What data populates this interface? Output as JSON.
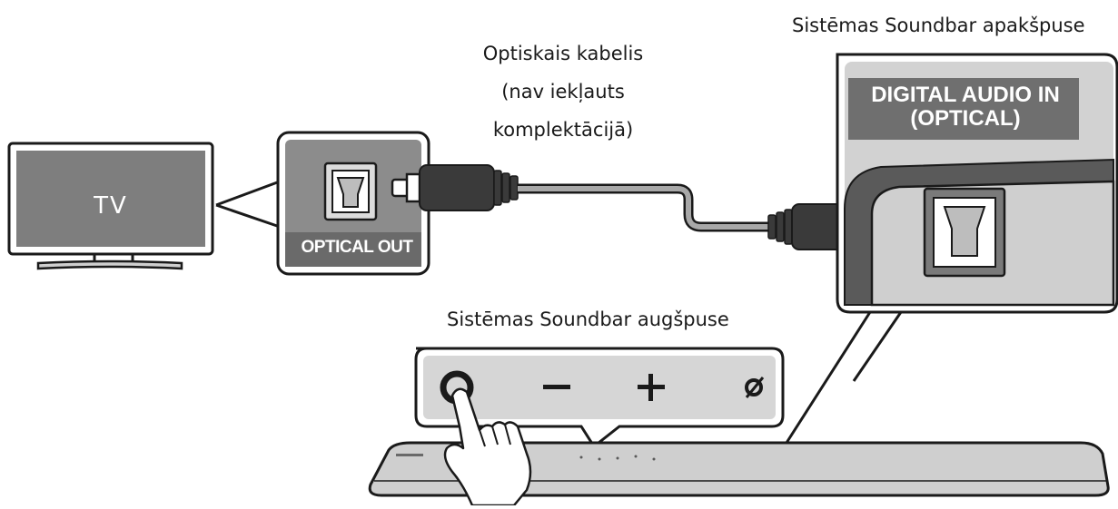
{
  "labels": {
    "cable_line1": "Optiskais kabelis",
    "cable_line2": "(nav iekļauts",
    "cable_line3": "komplektācijā)",
    "soundbar_bottom": "Sistēmas Soundbar apakšpuse",
    "soundbar_top": "Sistēmas Soundbar augšpuse"
  },
  "tv": {
    "label": "TV"
  },
  "ports": {
    "optical_out": "OPTICAL OUT",
    "digital_in_line1": "DIGITAL AUDIO IN",
    "digital_in_line2": "(OPTICAL)"
  },
  "colors": {
    "panel_gray": "#8a8a8a",
    "dark_gray": "#3a3a3a",
    "light_panel": "#d2d2d2",
    "cable_gray": "#a0a0a0",
    "outline": "#1a1a1a"
  },
  "icons": [
    "power-button-icon",
    "volume-down-icon",
    "volume-up-icon",
    "source-icon",
    "finger-icon"
  ]
}
